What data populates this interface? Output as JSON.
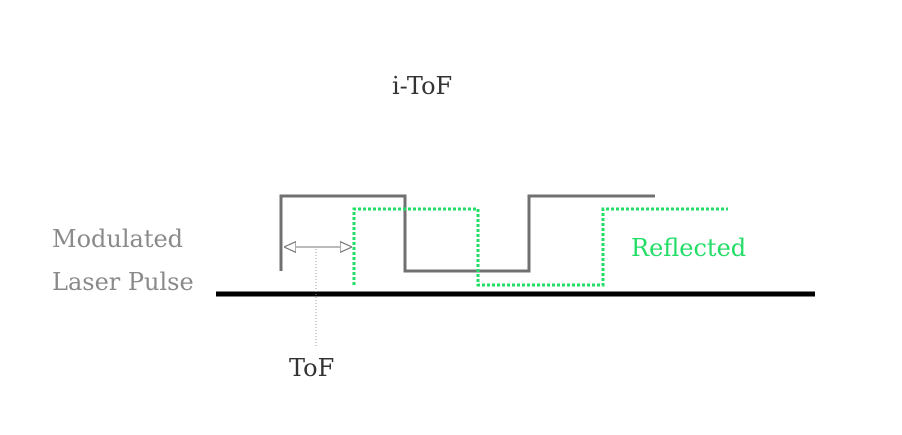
{
  "title": "i-ToF",
  "signal_label": {
    "line1": "Modulated",
    "line2": "Laser Pulse"
  },
  "reflected_label": "Reflected",
  "tof_label": "ToF",
  "colors": {
    "emitted": "#707070",
    "reflected": "#22dd66",
    "baseline": "#000000",
    "text_dark": "#333333",
    "text_gray": "#8a8a8a"
  }
}
